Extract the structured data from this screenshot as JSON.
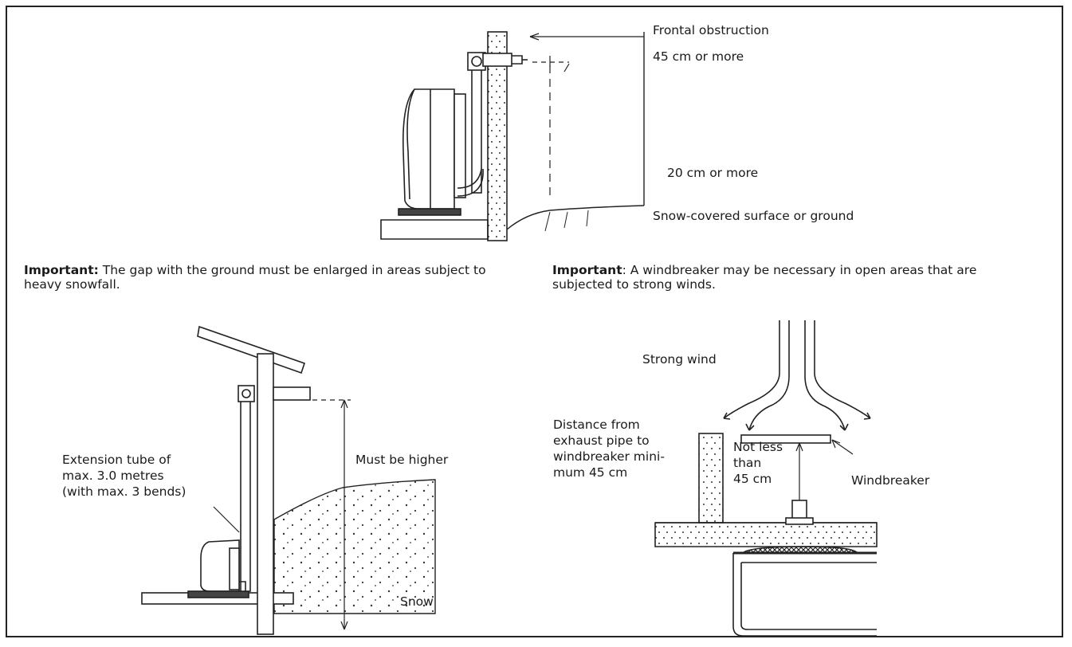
{
  "top_diagram": {
    "frontal_obstruction": "Frontal obstruction",
    "clearance_front": "45 cm or more",
    "clearance_ground": "20 cm or more",
    "surface": "Snow-covered surface or ground"
  },
  "notes": {
    "left_strong": "Important:",
    "left_text": " The gap with the ground must be enlarged in areas subject to heavy snowfall.",
    "right_strong": "Important",
    "right_text": ": A windbreaker may be necessary in open areas that are subjected to strong winds."
  },
  "bottom_left": {
    "extension_tube": [
      "Extension tube of",
      "max. 3.0 metres",
      "(with max. 3 bends)"
    ],
    "must_be_higher": "Must be higher",
    "snow": "Snow"
  },
  "bottom_right": {
    "strong_wind": "Strong wind",
    "distance": [
      "Distance from",
      "exhaust pipe to",
      "windbreaker mini-",
      "mum 45 cm"
    ],
    "not_less": [
      "Not less",
      "than",
      "45 cm"
    ],
    "windbreaker": "Windbreaker"
  }
}
